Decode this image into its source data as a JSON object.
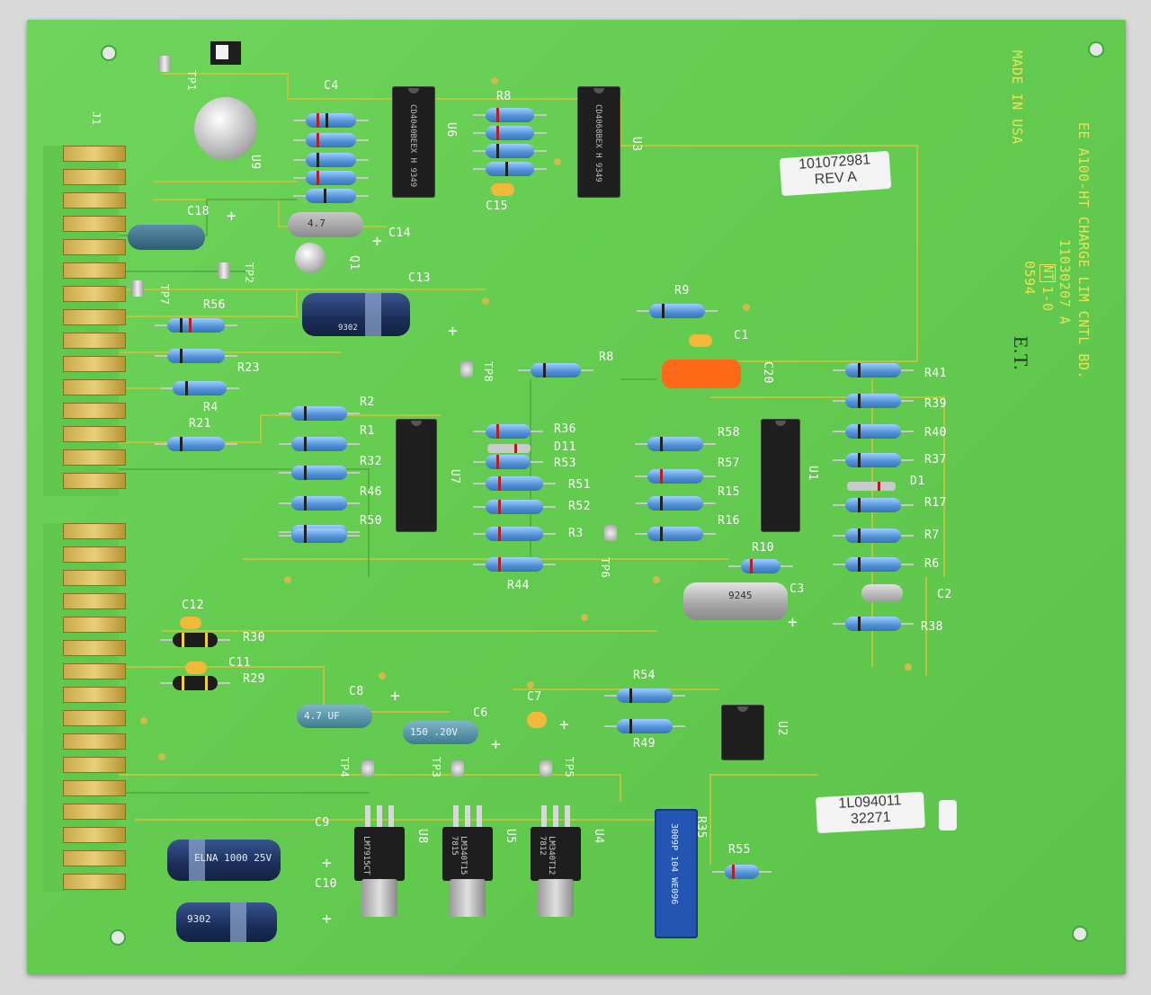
{
  "board": {
    "title_lines": [
      "EE A100-HT CHARGE LIM CNTL BD.",
      "11030207 A",
      "1-0",
      "0594"
    ],
    "nt_mark": "NT",
    "made_in": "MADE IN USA",
    "inspector_mark": "E.T."
  },
  "stickers": {
    "part_label": "101072981",
    "rev_label": "REV A",
    "lot_label": "1L094011",
    "lot_number": "32271"
  },
  "refdes": {
    "j1": "J1",
    "tp1": "TP1",
    "tp2": "TP2",
    "tp7": "TP7",
    "tp8": "TP8",
    "tp4": "TP4",
    "tp3": "TP3",
    "tp5": "TP5",
    "tp6": "TP6",
    "c4": "C4",
    "r8_top": "R8",
    "u6": "U6",
    "u3": "U3",
    "u9_top": "U9",
    "c15": "C15",
    "c18": "C18",
    "c14": "C14",
    "q1": "Q1",
    "c13": "C13",
    "r56": "R56",
    "r23": "R23",
    "r4": "R4",
    "r21": "R21",
    "r9": "R9",
    "c1": "C1",
    "r8": "R8",
    "c20": "C20",
    "r41": "R41",
    "r39": "R39",
    "r40": "R40",
    "r37": "R37",
    "d1": "D1",
    "r17": "R17",
    "r7": "R7",
    "r6": "R6",
    "c2": "C2",
    "r38": "R38",
    "r2": "R2",
    "r1": "R1",
    "r32": "R32",
    "r46": "R46",
    "r50": "R50",
    "r36": "R36",
    "d11": "D11",
    "r53": "R53",
    "r51": "R51",
    "r52": "R52",
    "r3": "R3",
    "r44": "R44",
    "u7": "U7",
    "r58": "R58",
    "r57": "R57",
    "r15": "R15",
    "r16": "R16",
    "u1": "U1",
    "r10": "R10",
    "c3": "C3",
    "c12": "C12",
    "r30": "R30",
    "c11": "C11",
    "r29": "R29",
    "c8": "C8",
    "c7": "C7",
    "c6": "C6",
    "r54": "R54",
    "r49": "R49",
    "u2": "U2",
    "c9": "C9",
    "c10": "C10",
    "u8": "U8",
    "u5": "U5",
    "u4": "U4",
    "r35": "R35",
    "r55": "R55"
  },
  "markings": {
    "u6_chip": "CD4040BEEX H 9349",
    "u3_chip": "CD4068BEX H 9349",
    "c14_body": "4.7",
    "c13_body": "9302",
    "c3_body": "9245",
    "c8_body": "4.7 UF",
    "c6_body": "150 .20V",
    "c9_body": "ELNA 1000 25V",
    "c10_body": "9302",
    "u8_chip": "LM7915CT",
    "u5_chip": "LM340T15 7815",
    "u4_chip": "LM340T12 7812",
    "r35_body": "3009P 104 WE096",
    "plus": "+"
  },
  "colors": {
    "pcb": "#64cd50",
    "silkscreen": "#ffffff",
    "silkscreen_yellow": "#e8e25a",
    "gold": "#d4b45a"
  }
}
